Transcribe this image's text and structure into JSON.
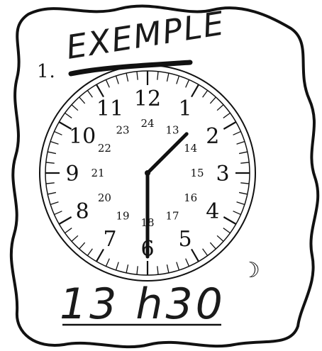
{
  "exercise": {
    "number": "1.",
    "title": "EXEMPLE",
    "answer": "13 h30",
    "night_symbol": "☽"
  },
  "clock": {
    "outer_numbers": [
      "12",
      "1",
      "2",
      "3",
      "4",
      "5",
      "6",
      "7",
      "8",
      "9",
      "10",
      "11"
    ],
    "inner_numbers": [
      "24",
      "13",
      "14",
      "15",
      "16",
      "17",
      "18",
      "19",
      "20",
      "21",
      "22",
      "23"
    ],
    "time": {
      "hours": 13,
      "minutes": 30
    }
  },
  "colors": {
    "ink": "#111111",
    "paper": "#ffffff"
  }
}
